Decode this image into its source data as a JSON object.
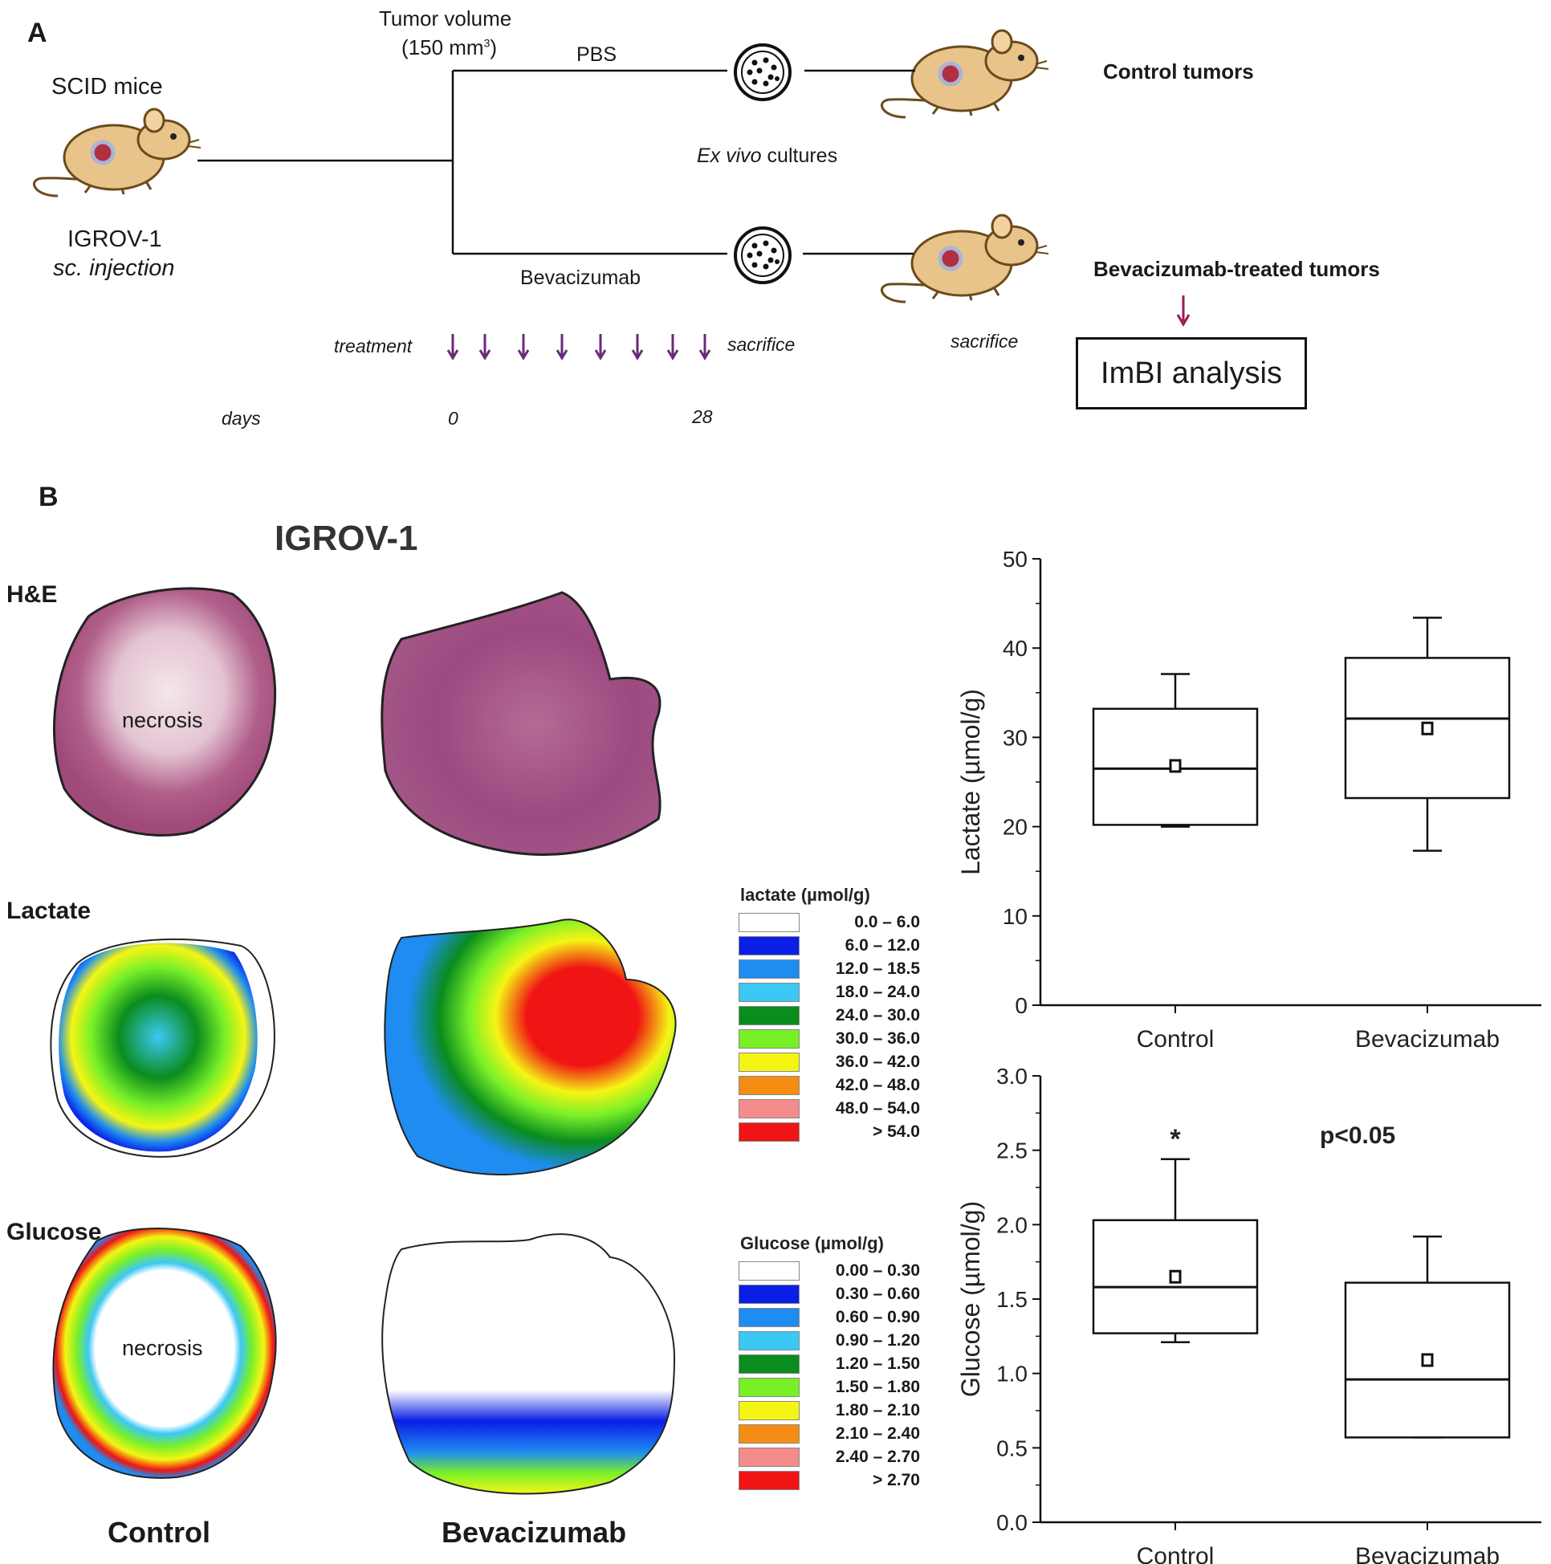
{
  "panel_a": {
    "letter": "A",
    "mouse_start_label": "SCID mice",
    "cell_line": "IGROV-1",
    "injection": "sc. injection",
    "tumor_volume_line1": "Tumor volume",
    "tumor_volume_line2": "(150 mm",
    "tumor_volume_sup": "3",
    "tumor_volume_close": ")",
    "pbs": "PBS",
    "bevacizumab": "Bevacizumab",
    "ex_vivo_italic": "Ex vivo",
    "ex_vivo_rest": " cultures",
    "control_tumors": "Control tumors",
    "bev_tumors": "Bevacizumab-treated tumors",
    "treatment": "treatment",
    "sacrifice_1": "sacrifice",
    "sacrifice_2": "sacrifice",
    "days": "days",
    "day_start": "0",
    "day_end": "28",
    "imbi": "ImBI analysis"
  },
  "panel_b": {
    "letter": "B",
    "title": "IGROV-1",
    "row_he": "H&E",
    "row_lactate": "Lactate",
    "row_glucose": "Glucose",
    "necrosis_1": "necrosis",
    "necrosis_2": "necrosis",
    "col_control": "Control",
    "col_bev": "Bevacizumab",
    "lactate_legend": {
      "title": "lactate (µmol/g)",
      "items": [
        {
          "label": "0.0 –   6.0",
          "color": "#ffffff"
        },
        {
          "label": "6.0 – 12.0",
          "color": "#0a1ee6"
        },
        {
          "label": "12.0 – 18.5",
          "color": "#1e8cf0"
        },
        {
          "label": "18.0 – 24.0",
          "color": "#3cc8f5"
        },
        {
          "label": "24.0 – 30.0",
          "color": "#0a8c1e"
        },
        {
          "label": "30.0 – 36.0",
          "color": "#78f028"
        },
        {
          "label": "36.0 – 42.0",
          "color": "#f5f514"
        },
        {
          "label": "42.0 – 48.0",
          "color": "#f58c14"
        },
        {
          "label": "48.0 – 54.0",
          "color": "#f58c8c"
        },
        {
          "label": "> 54.0",
          "color": "#f01414"
        }
      ]
    },
    "glucose_legend": {
      "title": "Glucose (µmol/g)",
      "items": [
        {
          "label": "0.00 – 0.30",
          "color": "#ffffff"
        },
        {
          "label": "0.30 – 0.60",
          "color": "#0a1ee6"
        },
        {
          "label": "0.60 – 0.90",
          "color": "#1e8cf0"
        },
        {
          "label": "0.90 – 1.20",
          "color": "#3cc8f5"
        },
        {
          "label": "1.20 – 1.50",
          "color": "#0a8c1e"
        },
        {
          "label": "1.50 – 1.80",
          "color": "#78f028"
        },
        {
          "label": "1.80 – 2.10",
          "color": "#f5f514"
        },
        {
          "label": "2.10 – 2.40",
          "color": "#f58c14"
        },
        {
          "label": "2.40 – 2.70",
          "color": "#f58c8c"
        },
        {
          "label": "> 2.70",
          "color": "#f01414"
        }
      ]
    }
  },
  "chart_data": [
    {
      "type": "box",
      "ylabel": "Lactate  (µmol/g)",
      "ylim": [
        0,
        50
      ],
      "yticks": [
        "0",
        "10",
        "20",
        "30",
        "40",
        "50"
      ],
      "categories": [
        "Control",
        "Bevacizumab"
      ],
      "boxes": [
        {
          "min": 20.0,
          "q1": 20.2,
          "median": 26.5,
          "q3": 33.2,
          "max": 37.1,
          "mean": 26.8
        },
        {
          "min": 17.3,
          "q1": 23.2,
          "median": 32.1,
          "q3": 38.9,
          "max": 43.4,
          "mean": 31.0
        }
      ],
      "annotations": []
    },
    {
      "type": "box",
      "ylabel": "Glucose  (µmol/g)",
      "ylim": [
        0,
        3.0
      ],
      "yticks": [
        "0.0",
        "0.5",
        "1.0",
        "1.5",
        "2.0",
        "2.5",
        "3.0"
      ],
      "categories": [
        "Control",
        "Bevacizumab"
      ],
      "boxes": [
        {
          "min": 1.21,
          "q1": 1.27,
          "median": 1.58,
          "q3": 2.03,
          "max": 2.44,
          "mean": 1.65
        },
        {
          "min": 0.57,
          "q1": 0.57,
          "median": 0.96,
          "q3": 1.61,
          "max": 1.92,
          "mean": 1.09
        }
      ],
      "annotations": [
        "*",
        "p<0.05"
      ]
    }
  ]
}
